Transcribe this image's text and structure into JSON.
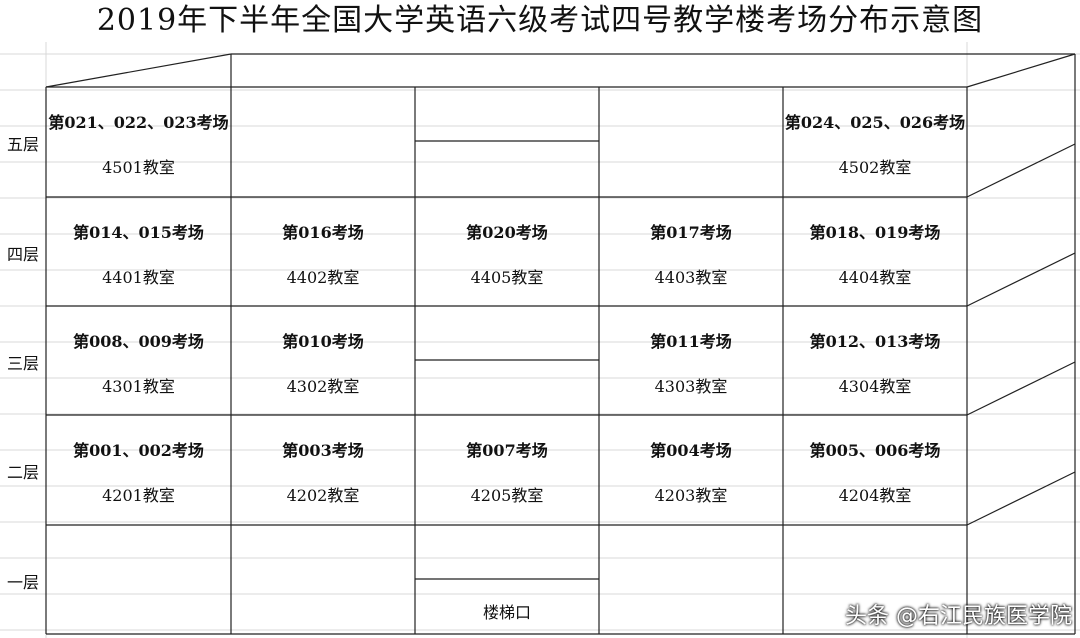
{
  "title": "2019年下半年全国大学英语六级考试四号教学楼考场分布示意图",
  "floors": [
    {
      "label": "五层",
      "cells": [
        {
          "hall": "第021、022、023考场",
          "room": "4501教室"
        },
        {
          "hall": "",
          "room": ""
        },
        {
          "hall": "",
          "room": "",
          "split": true
        },
        {
          "hall": "",
          "room": ""
        },
        {
          "hall": "第024、025、026考场",
          "room": "4502教室"
        }
      ]
    },
    {
      "label": "四层",
      "cells": [
        {
          "hall": "第014、015考场",
          "room": "4401教室"
        },
        {
          "hall": "第016考场",
          "room": "4402教室"
        },
        {
          "hall": "第020考场",
          "room": "4405教室"
        },
        {
          "hall": "第017考场",
          "room": "4403教室"
        },
        {
          "hall": "第018、019考场",
          "room": "4404教室"
        }
      ]
    },
    {
      "label": "三层",
      "cells": [
        {
          "hall": "第008、009考场",
          "room": "4301教室"
        },
        {
          "hall": "第010考场",
          "room": "4302教室"
        },
        {
          "hall": "",
          "room": "",
          "split": true
        },
        {
          "hall": "第011考场",
          "room": "4303教室"
        },
        {
          "hall": "第012、013考场",
          "room": "4304教室"
        }
      ]
    },
    {
      "label": "二层",
      "cells": [
        {
          "hall": "第001、002考场",
          "room": "4201教室"
        },
        {
          "hall": "第003考场",
          "room": "4202教室"
        },
        {
          "hall": "第007考场",
          "room": "4205教室"
        },
        {
          "hall": "第004考场",
          "room": "4203教室"
        },
        {
          "hall": "第005、006考场",
          "room": "4204教室"
        }
      ]
    },
    {
      "label": "一层",
      "cells": [
        {
          "hall": "",
          "room": ""
        },
        {
          "hall": "",
          "room": ""
        },
        {
          "hall": "",
          "room": "",
          "stair": "楼梯口"
        },
        {
          "hall": "",
          "room": ""
        },
        {
          "hall": "",
          "room": ""
        }
      ]
    }
  ],
  "watermark": "头条 @右江民族医学院"
}
